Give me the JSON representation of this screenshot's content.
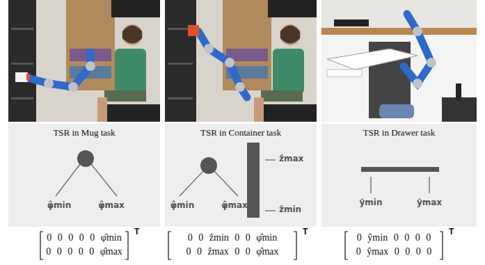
{
  "diagram": {
    "nodes": [
      {
        "text": [
          "TSR in Mug task"
        ]
      },
      {
        "text": [
          "TSR in Container task"
        ]
      },
      {
        "text": [
          "TSR in Drawer task"
        ]
      }
    ],
    "labels": [
      "φ̂min",
      "φ̂max",
      "φ̂min",
      "φ̂max",
      "ẑmax",
      "ẑmin",
      "ŷmin",
      "ŷmax",
      "0 0 0 0 0 φ̂min",
      "0 0 0 0 0 φ̂max",
      "T",
      "0 0 ẑmin 0 0 φ̂min",
      "0 0 ẑmax 0 0 φ̂max",
      "T",
      "0 ŷmin 0 0 0 0",
      "0 ŷmax 0 0 0 0",
      "T"
    ]
  }
}
